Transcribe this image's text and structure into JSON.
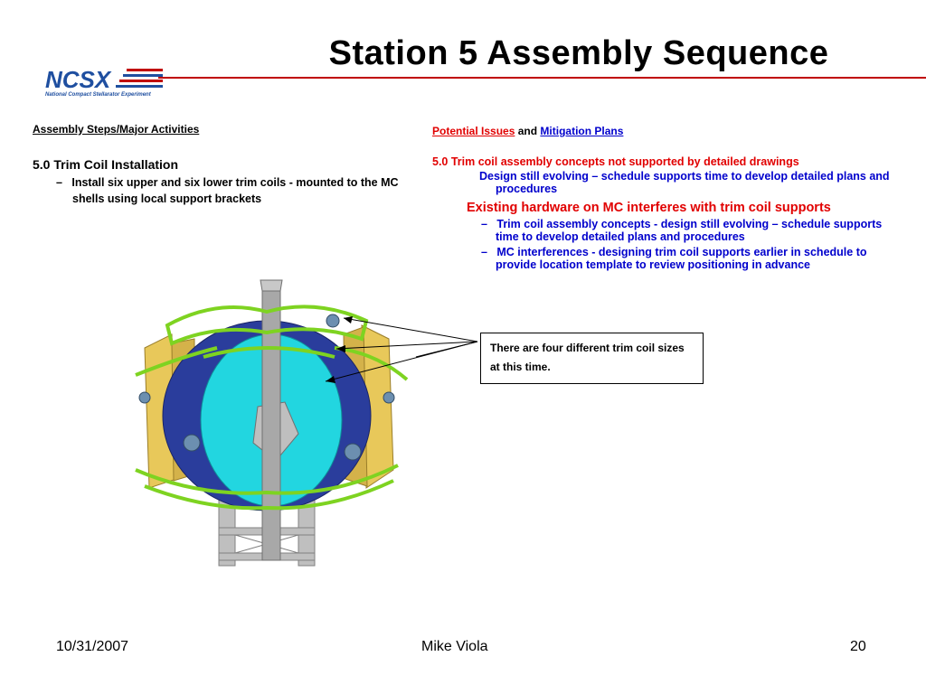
{
  "title": "Station 5 Assembly Sequence",
  "logo": {
    "text": "NCSX",
    "subtitle": "National Compact Stellarator Experiment"
  },
  "left": {
    "heading": "Assembly Steps/Major Activities",
    "step_title": "5.0 Trim Coil Installation",
    "bullets": [
      {
        "marker": "–",
        "text": "Install six upper and six lower trim coils - mounted to the MC shells using local support brackets"
      }
    ]
  },
  "right": {
    "heading_issues": "Potential Issues",
    "heading_and": "and",
    "heading_plans": "Mitigation Plans",
    "issue": "5.0 Trim coil assembly concepts not supported by detailed drawings",
    "mitigation": "Design still evolving – schedule supports time to develop detailed plans and procedures",
    "existing": "Existing hardware on MC interferes with trim coil supports",
    "sub_bullets": [
      {
        "marker": "–",
        "text": "Trim coil assembly concepts - design still evolving – schedule supports time to develop detailed plans and procedures"
      },
      {
        "marker": "–",
        "text": "MC interferences - designing trim coil supports earlier in schedule to provide location template to review positioning in advance"
      }
    ]
  },
  "callout": {
    "text": "There are four different trim coil sizes at this  time."
  },
  "footer": {
    "date": "10/31/2007",
    "author": "Mike Viola",
    "page": "20"
  },
  "colors": {
    "red": "#e10000",
    "blue": "#0000cc",
    "rule": "#c00000",
    "logo_blue": "#1f4fa0"
  }
}
